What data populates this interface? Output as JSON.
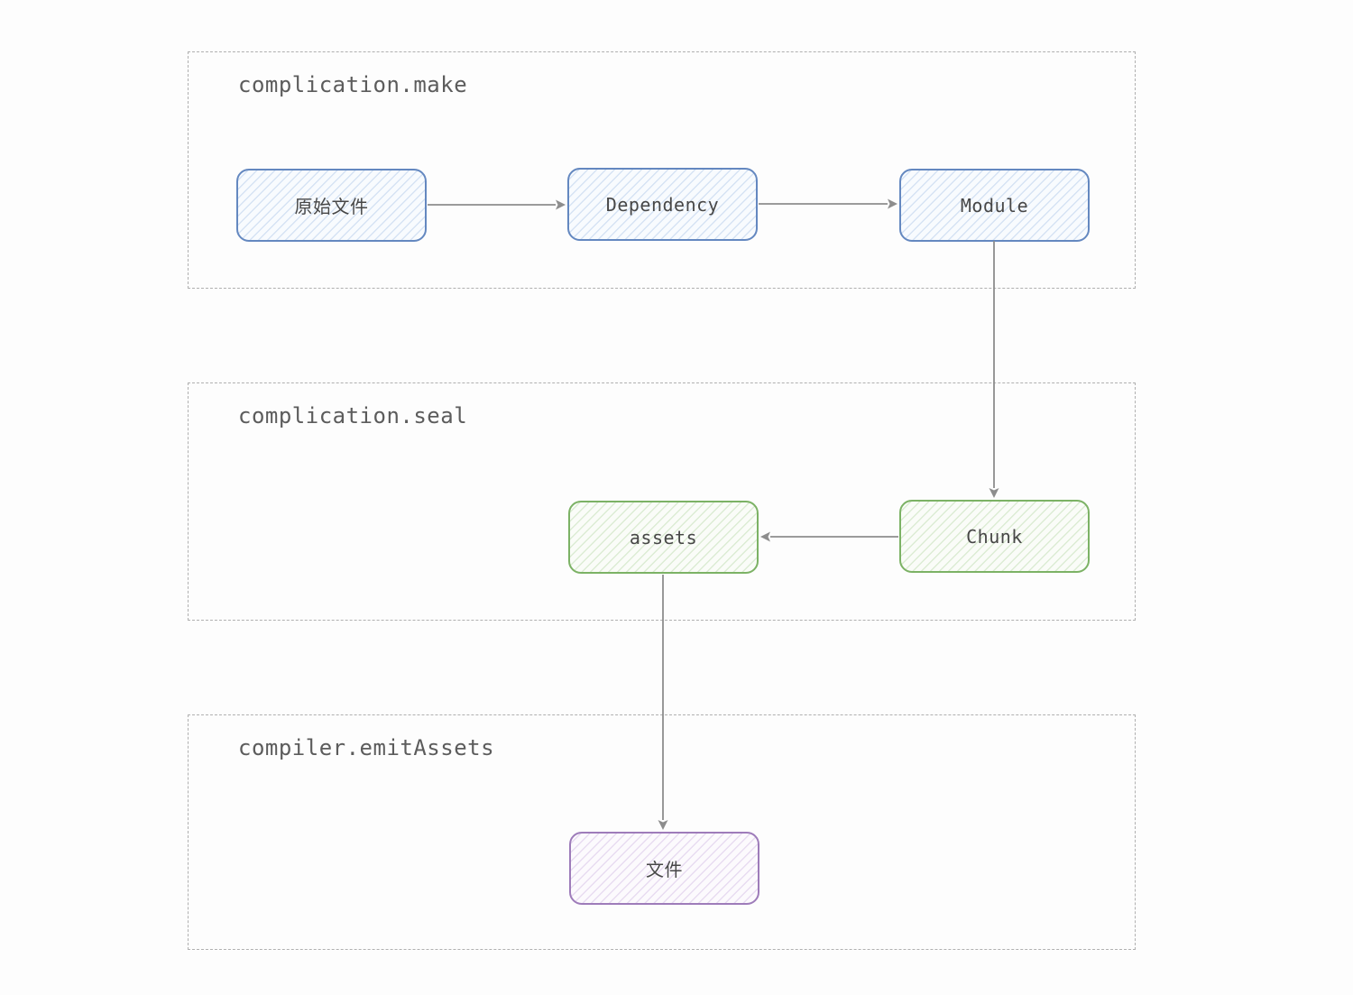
{
  "diagram": {
    "type": "flowchart",
    "background": "#fdfdfd",
    "arrow_color": "#8d8d8d",
    "container_border_color": "#b0b0b0",
    "section_label_color": "#5c5c5c",
    "node_text_color": "#474747",
    "sections": [
      {
        "id": "complication-make",
        "label": "complication.make"
      },
      {
        "id": "complication-seal",
        "label": "complication.seal"
      },
      {
        "id": "compiler-emitAssets",
        "label": "compiler.emitAssets"
      }
    ],
    "nodes": [
      {
        "id": "source-file",
        "label": "原始文件",
        "section": "complication-make",
        "color_theme": "blue",
        "border_color": "#6488c0",
        "hatch_color": "#d6e3f4"
      },
      {
        "id": "dependency",
        "label": "Dependency",
        "section": "complication-make",
        "color_theme": "blue",
        "border_color": "#6488c0",
        "hatch_color": "#d6e3f4"
      },
      {
        "id": "module",
        "label": "Module",
        "section": "complication-make",
        "color_theme": "blue",
        "border_color": "#6488c0",
        "hatch_color": "#d6e3f4"
      },
      {
        "id": "assets",
        "label": "assets",
        "section": "complication-seal",
        "color_theme": "green",
        "border_color": "#7cb265",
        "hatch_color": "#dcecd4"
      },
      {
        "id": "chunk",
        "label": "Chunk",
        "section": "complication-seal",
        "color_theme": "green",
        "border_color": "#7cb265",
        "hatch_color": "#dcecd4"
      },
      {
        "id": "file",
        "label": "文件",
        "section": "compiler-emitAssets",
        "color_theme": "purple",
        "border_color": "#9e7cba",
        "hatch_color": "#e8dcf1"
      }
    ],
    "edges": [
      {
        "from": "source-file",
        "to": "dependency"
      },
      {
        "from": "dependency",
        "to": "module"
      },
      {
        "from": "module",
        "to": "chunk"
      },
      {
        "from": "chunk",
        "to": "assets"
      },
      {
        "from": "assets",
        "to": "file"
      }
    ]
  }
}
